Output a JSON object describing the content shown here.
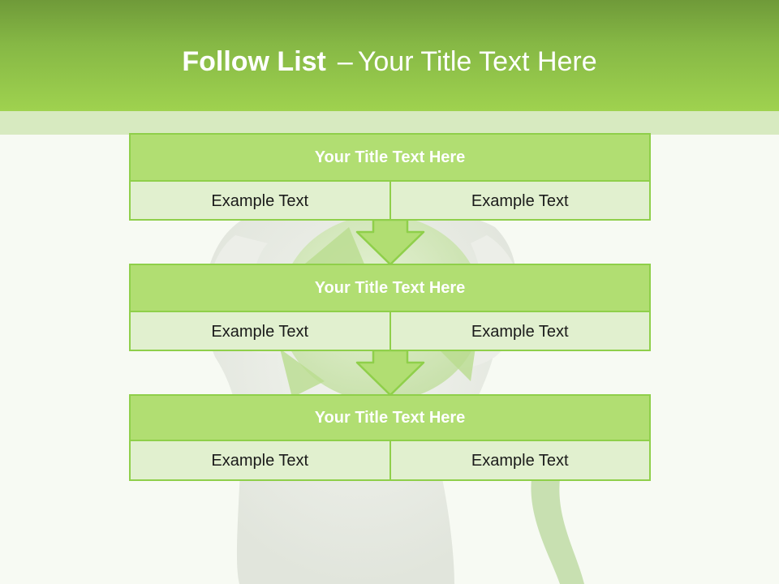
{
  "slide": {
    "title_bold": "Follow List",
    "title_dash": "–",
    "title_rest": "Your Title Text Here"
  },
  "blocks": [
    {
      "title": "Your Title Text Here",
      "cells": [
        "Example Text",
        "Example Text"
      ]
    },
    {
      "title": "Your Title Text Here",
      "cells": [
        "Example Text",
        "Example Text"
      ]
    },
    {
      "title": "Your Title Text Here",
      "cells": [
        "Example Text",
        "Example Text"
      ]
    }
  ],
  "colors": {
    "header_green": "#86b845",
    "block_title_bg": "#b1de72",
    "block_cell_bg": "#e1f0cf",
    "border_green": "#8fcf4a"
  }
}
